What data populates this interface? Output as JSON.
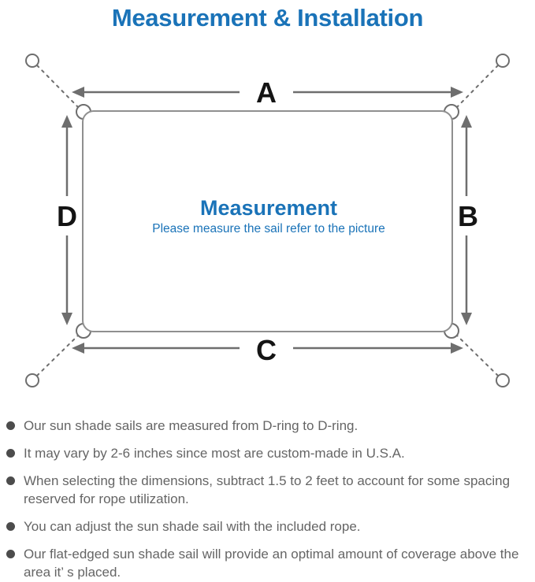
{
  "title": "Measurement & Installation",
  "colors": {
    "accent_blue": "#1a73b8",
    "diagram_gray": "#6e6e6e",
    "note_text_gray": "#656565"
  },
  "diagram": {
    "label_top": "A",
    "label_right": "B",
    "label_bottom": "C",
    "label_left": "D",
    "center_title": "Measurement",
    "center_subtitle": "Please measure the sail refer to the picture"
  },
  "notes": [
    "Our sun shade sails are measured from D-ring to D-ring.",
    "It may vary by 2-6 inches since most are custom-made in U.S.A.",
    "When selecting the dimensions, subtract 1.5 to 2 feet to account for some spacing reserved for rope utilization.",
    "You can adjust the sun shade sail with the included rope.",
    "Our flat-edged sun shade sail will provide an optimal amount of coverage above the area it’ s placed."
  ]
}
